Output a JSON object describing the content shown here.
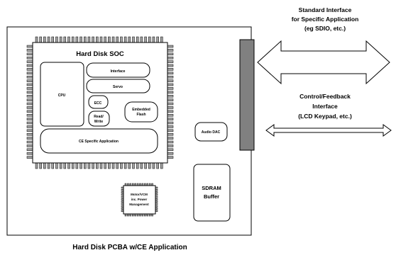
{
  "caption": "Hard Disk PCBA w/CE Application",
  "soc": {
    "title": "Hard Disk SOC",
    "cpu": "CPU",
    "interface": "Interface",
    "servo": "Servo",
    "ecc": "ECC",
    "read_write": [
      "Read/",
      "Write"
    ],
    "embedded_flash": [
      "Embedded",
      "Flash"
    ],
    "ce_app": "CE Specific Application"
  },
  "audio_dac": "Audio DAC",
  "sdram": [
    "SDRAM",
    "Buffer"
  ],
  "motor_chip": [
    "Motor/VCM",
    "inc. Power",
    "Management"
  ],
  "interfaces": {
    "standard": [
      "Standard Interface",
      "for Specific Application",
      "(eg SDIO, etc.)"
    ],
    "control": [
      "Control/Feedback",
      "Interface",
      "(LCD Keypad, etc.)"
    ]
  },
  "colors": {
    "connector": "#808080",
    "pin": "#a0a0a0",
    "outline": "#000000"
  }
}
